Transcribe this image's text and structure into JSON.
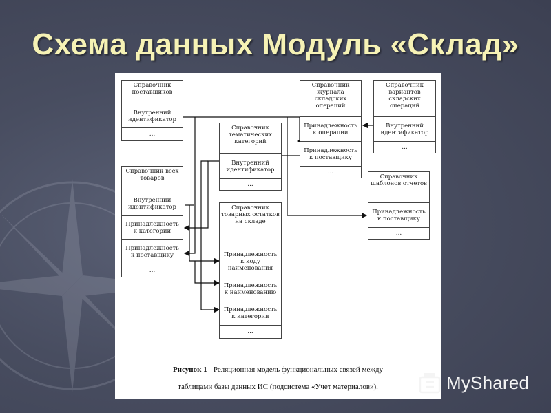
{
  "slide": {
    "title": "Схема данных Модуль «Склад»"
  },
  "diagram": {
    "tables": {
      "suppliers": {
        "header": "Справочник поставщиков",
        "fields": [
          "Внутренний идентификатор",
          "..."
        ]
      },
      "all_goods": {
        "header": "Справочник всех товаров",
        "fields": [
          "Внутренний идентификатор",
          "Принадлежность к категории",
          "Принадлежность к поставщику",
          "..."
        ]
      },
      "thematic_categories": {
        "header": "Справочник тематических категорий",
        "fields": [
          "Внутренний идентификатор",
          "..."
        ]
      },
      "stock_balances": {
        "header": "Справочник товарных остатков на складе",
        "fields": [
          "Принадлежность к коду наименования",
          "Принадлежность к наименованию",
          "Принадлежность к категории",
          "..."
        ]
      },
      "operations_journal": {
        "header": "Справочник журнала складских операций",
        "fields": [
          "Принадлежность к операции",
          "Принадлежность к поставщику",
          "..."
        ]
      },
      "operation_variants": {
        "header": "Справочник вариантов складских операций",
        "fields": [
          "Внутренний идентификатор",
          "..."
        ]
      },
      "report_templates": {
        "header": "Справочник шаблонов отчетов",
        "fields": [
          "Принадлежность к поставщику",
          "..."
        ]
      }
    },
    "caption_bold": "Рисунок 1",
    "caption_line1_rest": " - Реляционная модель функциональных связей между",
    "caption_line2": "таблицами базы данных ИС (подсистема «Учет материалов»)."
  },
  "watermark": {
    "text": "MyShared",
    "icon": "myshared-logo-icon"
  },
  "colors": {
    "title": "#f6f2b5",
    "background": "#484d60",
    "figure_bg": "#ffffff",
    "line": "#111111"
  }
}
